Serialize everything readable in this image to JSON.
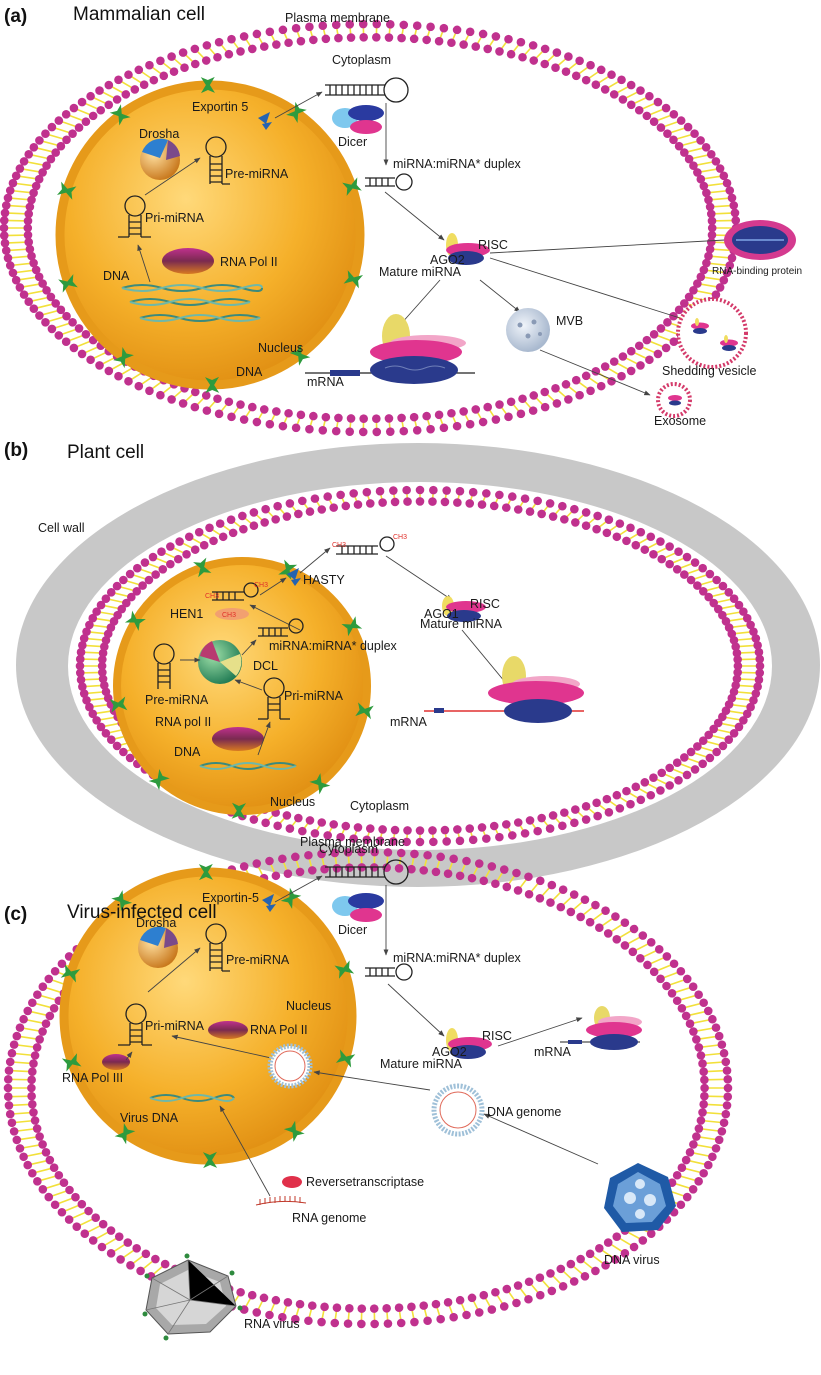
{
  "panel_a": {
    "letter": "(a)",
    "title": "Mammalian cell",
    "plasma_membrane": "Plasma membrane",
    "cytoplasm": "Cytoplasm",
    "exportin": "Exportin 5",
    "drosha": "Drosha",
    "pre_mirna": "Pre-miRNA",
    "pri_mirna": "Pri-miRNA",
    "dicer": "Dicer",
    "duplex": "miRNA:miRNA* duplex",
    "rna_pol": "RNA Pol II",
    "dna": "DNA",
    "dna2": "DNA",
    "risc": "RISC",
    "ago": "AGO2",
    "mature": "Mature miRNA",
    "rbp": "RNA-binding protein",
    "mvb": "MVB",
    "nucleus": "Nucleus",
    "mrna": "mRNA",
    "shedding": "Shedding vesicle",
    "exosome": "Exosome"
  },
  "panel_b": {
    "letter": "(b)",
    "title": "Plant cell",
    "cell_wall": "Cell wall",
    "hasty": "HASTY",
    "hen1": "HEN1",
    "ch3": "CH3",
    "duplex": "miRNA:miRNA* duplex",
    "dcl": "DCL",
    "pre_mirna": "Pre-miRNA",
    "pri_mirna": "Pri-miRNA",
    "rna_pol": "RNA pol II",
    "dna": "DNA",
    "nucleus": "Nucleus",
    "cytoplasm": "Cytoplasm",
    "plasma_membrane": "Plasma membrane",
    "risc": "RISC",
    "ago": "AGO1",
    "mature": "Mature miRNA",
    "mrna": "mRNA"
  },
  "panel_c": {
    "letter": "(c)",
    "title": "Virus-infected cell",
    "cytoplasm": "Cytoplasm",
    "exportin": "Exportin-5",
    "drosha": "Drosha",
    "pre_mirna": "Pre-miRNA",
    "pri_mirna": "Pri-miRNA",
    "dicer": "Dicer",
    "duplex": "miRNA:miRNA* duplex",
    "nucleus": "Nucleus",
    "rna_pol2": "RNA Pol II",
    "rna_pol3": "RNA Pol III",
    "risc": "RISC",
    "ago": "AGO2",
    "mature": "Mature miRNA",
    "mrna": "mRNA",
    "virus_dna": "Virus DNA",
    "dna_genome": "DNA genome",
    "rt": "Reversetranscriptase",
    "rna_genome": "RNA genome",
    "dna_virus": "DNA virus",
    "rna_virus": "RNA virus"
  },
  "colors": {
    "lipid_head": "#c0318e",
    "lipid_tail": "#f2e03a",
    "nucleus": "#f2a51c",
    "nucleus_rim": "#e08a10",
    "pore": "#2e9b3e",
    "cell_wall": "#c4c4c4",
    "risc_pink": "#e0358f",
    "risc_blue": "#2a3a8c"
  }
}
